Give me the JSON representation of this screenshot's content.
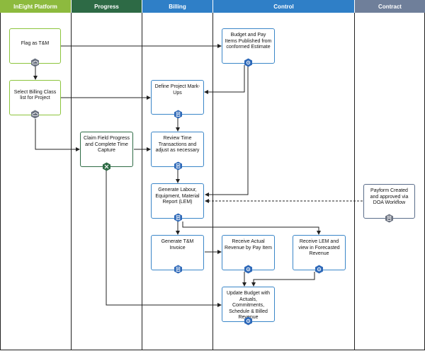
{
  "lanes": {
    "platform": "InEight Platform",
    "progress": "Progress",
    "billing": "Billing",
    "control": "Control",
    "contract": "Contract"
  },
  "nodes": {
    "flag_tm": "Flag as T&M",
    "select_billing": "Select Billing Class list for Project",
    "budget_pay": "Budget and Pay Items Published from conformed Estimate",
    "define_markups": "Define Project Mark-Ups",
    "claim_progress": "Claim Field Progress and Complete Time Capture",
    "review_time": "Review Time Transactions and adjust as necessary",
    "generate_lem": "Generate Labour, Equipment, Material Report (LEM)",
    "payform": "Payform Created and approved via DOA Workflow",
    "generate_invoice": "Generate T&M Invoice",
    "receive_revenue": "Receive Actual Revenue by Pay Item",
    "receive_lem": "Receive LEM and view in Forecasted Revenue",
    "update_budget": "Update Budget with Actuals, Commitments, Schedule & Billed Revenue"
  },
  "colors": {
    "platform": "#8dba3e",
    "progress": "#2d6a45",
    "billing": "#2f7fc7",
    "control": "#2f7fc7",
    "contract": "#6f7f9a",
    "box_blue": "#3a86c8",
    "box_green": "#8cc43c",
    "icon_gray": "#6b7280",
    "icon_blue": "#2d68b8",
    "icon_green": "#2e6b45"
  }
}
